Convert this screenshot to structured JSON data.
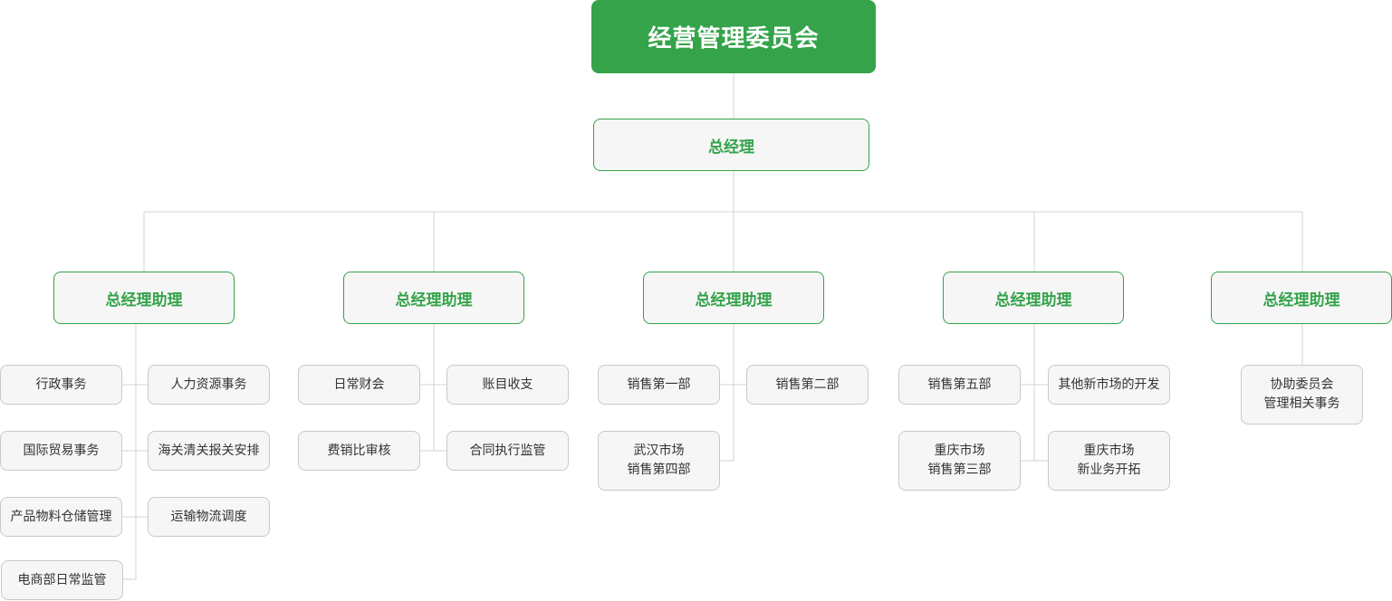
{
  "colors": {
    "accent": "#34a34a",
    "line": "#d3d3d3",
    "box_fill": "#f6f6f6",
    "box_border": "#c9c9c9"
  },
  "committee": "经营管理委员会",
  "general_manager": "总经理",
  "assistants": [
    {
      "title": "总经理助理",
      "departments": [
        "行政事务",
        "人力资源事务",
        "国际贸易事务",
        "海关清关报关安排",
        "产品物料仓储管理",
        "运输物流调度",
        "电商部日常监管"
      ]
    },
    {
      "title": "总经理助理",
      "departments": [
        "日常财会",
        "账目收支",
        "费销比审核",
        "合同执行监管"
      ]
    },
    {
      "title": "总经理助理",
      "departments": [
        "销售第一部",
        "销售第二部",
        "武汉市场\n销售第四部"
      ]
    },
    {
      "title": "总经理助理",
      "departments": [
        "销售第五部",
        "其他新市场的开发",
        "重庆市场\n销售第三部",
        "重庆市场\n新业务开拓"
      ]
    },
    {
      "title": "总经理助理",
      "departments": [
        "协助委员会\n管理相关事务"
      ]
    }
  ]
}
